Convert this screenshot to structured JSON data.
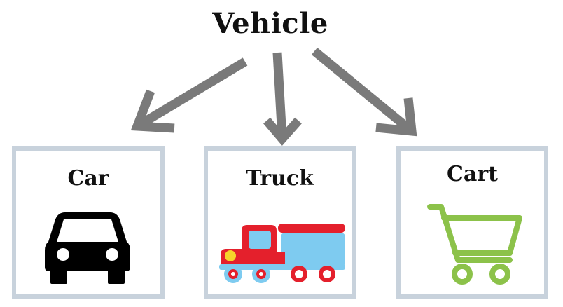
{
  "diagram": {
    "root": {
      "label": "Vehicle"
    },
    "children": [
      {
        "label": "Car",
        "icon": "car-icon"
      },
      {
        "label": "Truck",
        "icon": "truck-icon"
      },
      {
        "label": "Cart",
        "icon": "shopping-cart-icon"
      }
    ]
  },
  "colors": {
    "arrow": "#7a7a7a",
    "card_border": "#c8d2dc",
    "text": "#111111",
    "car": "#000000",
    "truck_cab": "#e4202c",
    "truck_trailer": "#7ecbf0",
    "truck_wheel": "#7ecbf0",
    "truck_light": "#f6d32b",
    "cart": "#8cc24a"
  }
}
